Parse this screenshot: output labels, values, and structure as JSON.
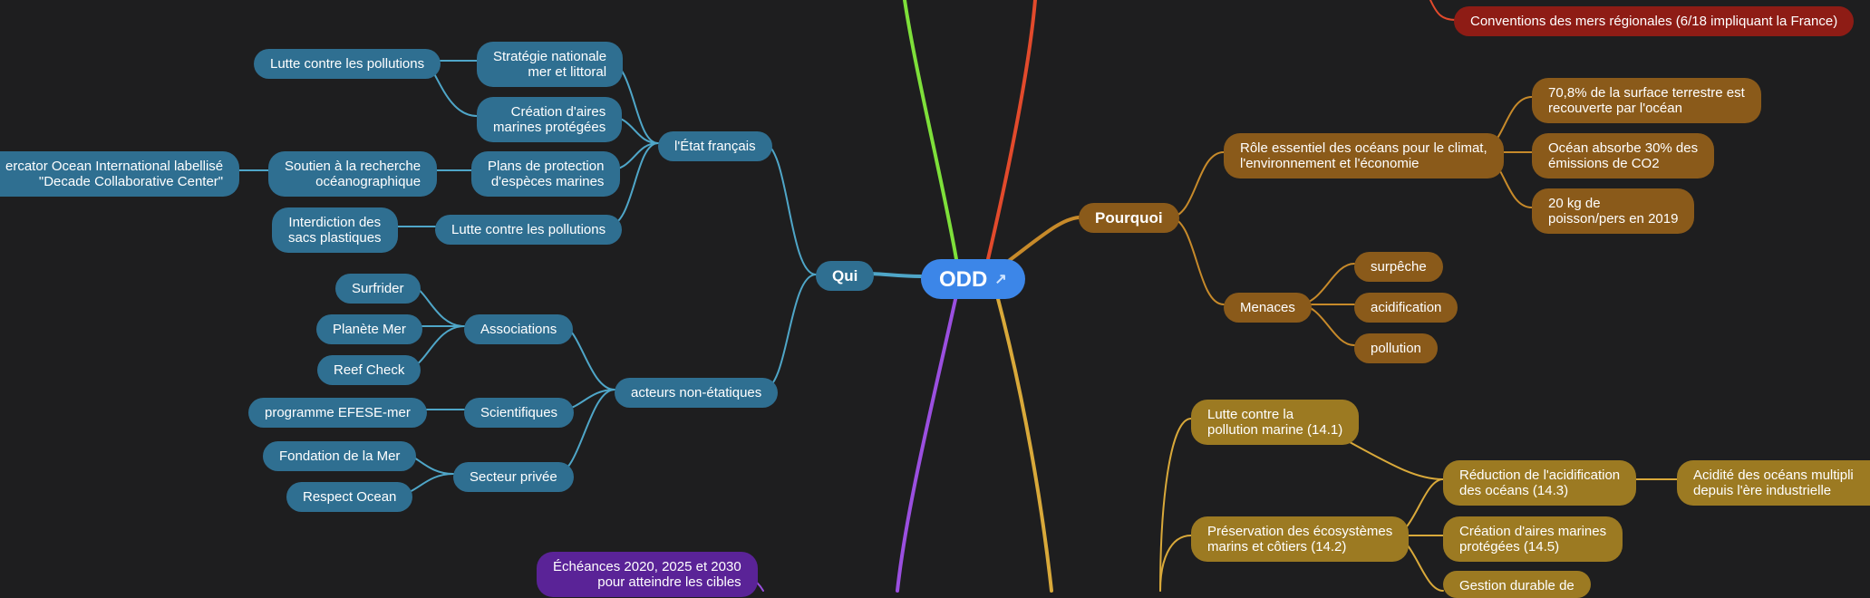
{
  "root": {
    "label": "ODD",
    "icon": "external-link-icon"
  },
  "colors": {
    "background": "#1e1e1f",
    "qui": "#4fa6c8",
    "pourquoi": "#c78a2a",
    "objectifs": "#d9a93a",
    "green": "#7ee03a",
    "red": "#e24a2c",
    "purple": "#9b4fe0"
  },
  "qui": {
    "label": "Qui",
    "etat": {
      "label": "l'État français",
      "strategie": "Stratégie nationale\nmer et littoral",
      "aires": "Création d'aires\nmarines protégées",
      "plans": "Plans de protection\nd'espèces marines",
      "lutte": "Lutte contre les pollutions",
      "lutte_child": "Lutte contre les pollutions",
      "soutien": "Soutien à la recherche\nocéanographique",
      "mercator": "ercator Ocean International labellisé\n\"Decade Collaborative Center\"",
      "sacs": "Interdiction des\nsacs plastiques"
    },
    "acteurs": {
      "label": "acteurs non-étatiques",
      "associations": "Associations",
      "surfrider": "Surfrider",
      "planete_mer": "Planète Mer",
      "reef_check": "Reef Check",
      "scientifiques": "Scientifiques",
      "efese": "programme EFESE-mer",
      "secteur_prive": "Secteur privée",
      "fondation": "Fondation de la Mer",
      "respect": "Respect Ocean"
    }
  },
  "pourquoi": {
    "label": "Pourquoi",
    "role": "Rôle essentiel des océans pour le climat,\nl'environnement et l'économie",
    "surface": "70,8% de la surface terrestre est\nrecouverte par l'océan",
    "absorbe": "Océan absorbe 30% des\némissions de CO2",
    "poisson": "20 kg de\npoisson/pers en 2019",
    "menaces": "Menaces",
    "surpeche": "surpêche",
    "acidification": "acidification",
    "pollution": "pollution"
  },
  "objectifs": {
    "lutte_marine": "Lutte contre la\npollution marine (14.1)",
    "preservation": "Préservation des écosystèmes\nmarins et côtiers (14.2)",
    "reduction": "Réduction de l'acidification\ndes océans (14.3)",
    "acidite": "Acidité des océans multipli\ndepuis l'ère industrielle",
    "creation": "Création d'aires marines\nprotégées (14.5)",
    "gestion": "Gestion durable de"
  },
  "conventions": "Conventions des mers régionales (6/18 impliquant la France)",
  "echeances": "Échéances 2020, 2025 et 2030\npour atteindre les cibles"
}
